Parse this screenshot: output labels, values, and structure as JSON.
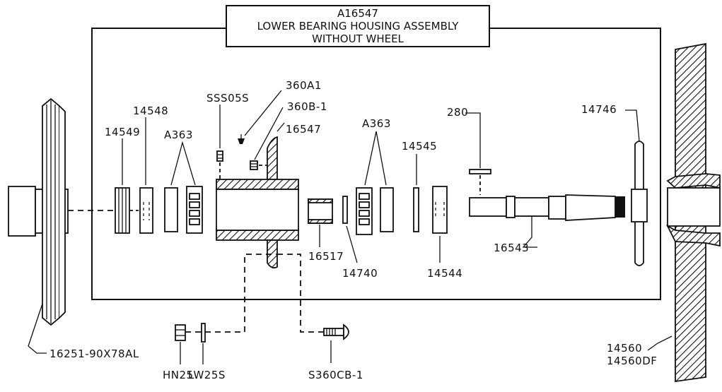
{
  "title": {
    "number": "A16547",
    "line1": "LOWER BEARING HOUSING ASSEMBLY",
    "line2": "WITHOUT WHEEL"
  },
  "labels": {
    "pulley": "16251-90X78AL",
    "p14549": "14549",
    "p14548": "14548",
    "a363_left": "A363",
    "sss05s": "SSS05S",
    "p360a1": "360A1",
    "p360b1": "360B-1",
    "p16547": "16547",
    "p16517": "16517",
    "p14740": "14740",
    "a363_right": "A363",
    "p14545": "14545",
    "p14544": "14544",
    "p280": "280",
    "p16543": "16543",
    "p14746": "14746",
    "p14560": "14560",
    "p14560df": "14560DF",
    "hn25": "HN25",
    "lw25s": "LW25S",
    "s360cb1": "S360CB-1"
  }
}
